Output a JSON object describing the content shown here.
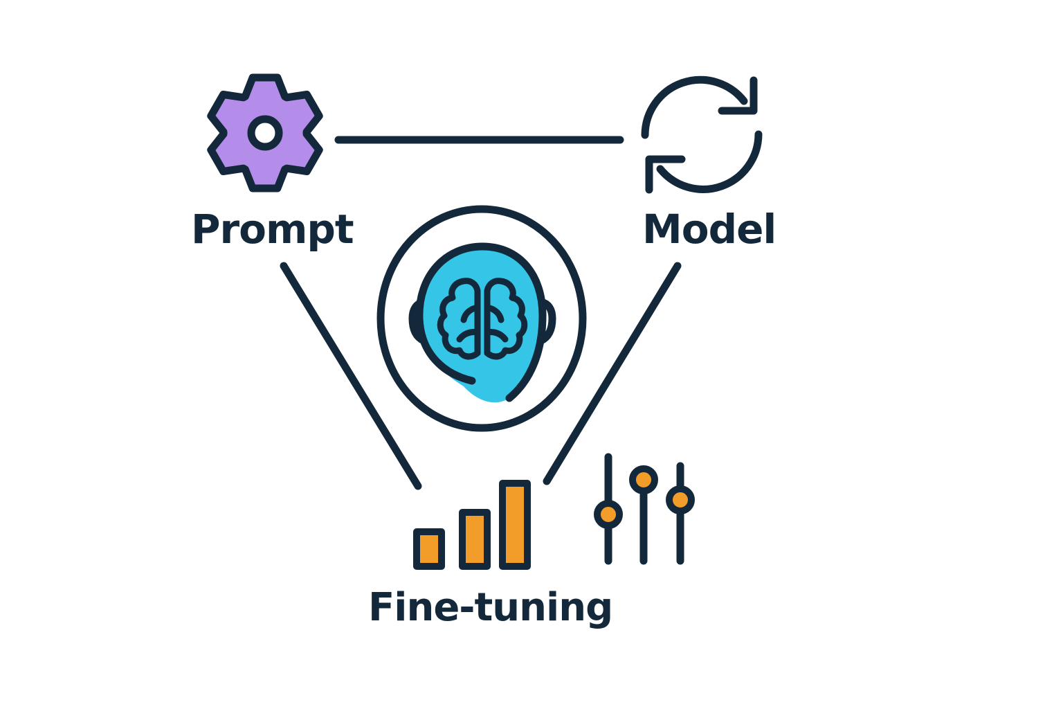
{
  "colors": {
    "stroke": "#13283a",
    "gear_fill": "#b48cea",
    "head_fill": "#35c5e6",
    "accent_orange": "#f29d2a",
    "background": "#ffffff"
  },
  "nodes": {
    "prompt": {
      "label": "Prompt",
      "icon": "gear-icon"
    },
    "model": {
      "label": "Model",
      "icon": "refresh-cycle-icon"
    },
    "finetuning": {
      "label": "Fine-tuning",
      "icons": [
        "bar-chart-icon",
        "sliders-icon"
      ]
    }
  },
  "center": {
    "icon": "ai-brain-head-icon"
  }
}
